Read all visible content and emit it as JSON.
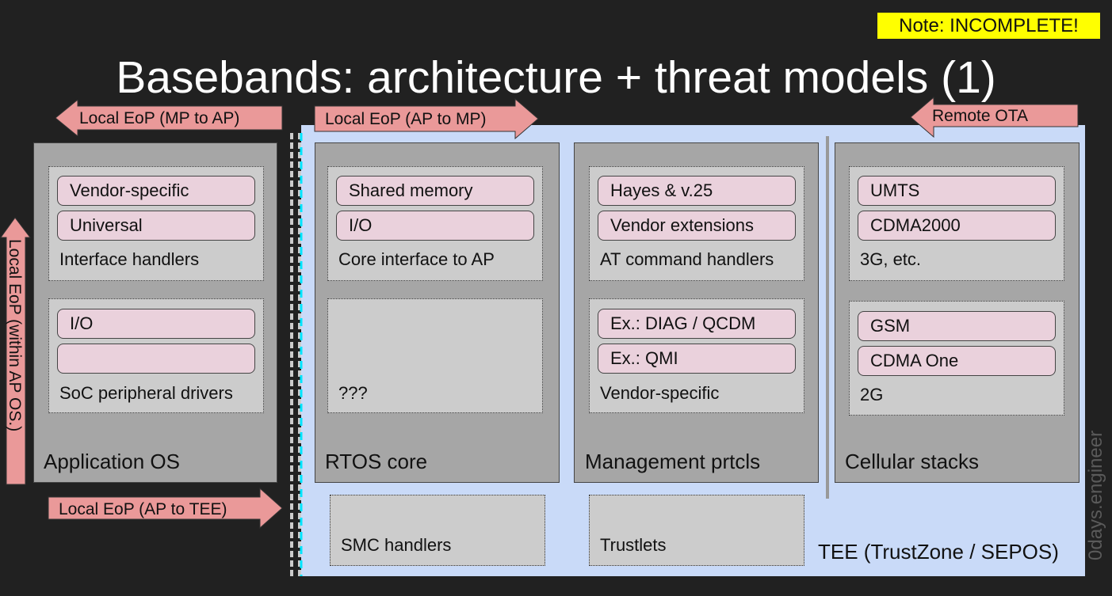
{
  "note": "Note: INCOMPLETE!",
  "title": "Basebands: architecture + threat models (1)",
  "arrows": {
    "mp_to_ap": "Local EoP (MP to AP)",
    "ap_to_mp": "Local EoP (AP to MP)",
    "remote_ota": "Remote OTA",
    "ap_to_tee": "Local EoP (AP to TEE)",
    "within_ap": "Local EoP (within AP OS.)"
  },
  "panels": {
    "app_os": {
      "title": "Application OS",
      "interface": {
        "label": "Interface handlers",
        "items": [
          "Vendor-specific",
          "Universal"
        ]
      },
      "soc": {
        "label": "SoC peripheral drivers",
        "items": [
          "I/O",
          ""
        ]
      }
    },
    "rtos": {
      "title": "RTOS core",
      "core": {
        "label": "Core interface to AP",
        "items": [
          "Shared memory",
          "I/O"
        ]
      },
      "unknown": {
        "label": "???"
      }
    },
    "mgmt": {
      "title": "Management prtcls",
      "at": {
        "label": "AT command handlers",
        "items": [
          "Hayes & v.25",
          "Vendor extensions"
        ]
      },
      "vendor": {
        "label": "Vendor-specific",
        "items": [
          "Ex.: DIAG / QCDM",
          "Ex.: QMI"
        ]
      }
    },
    "cellular": {
      "title": "Cellular stacks",
      "g3": {
        "label": "3G, etc.",
        "items": [
          "UMTS",
          "CDMA2000"
        ]
      },
      "g2": {
        "label": "2G",
        "items": [
          "GSM",
          "CDMA One"
        ]
      }
    }
  },
  "tee": {
    "label": "TEE (TrustZone / SEPOS)",
    "smc": "SMC handlers",
    "trustlets": "Trustlets"
  },
  "watermark": "0days.engineer",
  "colors": {
    "background": "#212121",
    "arrow_fill": "#ea9999",
    "pill_fill": "#ead1dc",
    "panel_fill": "#a6a6a6",
    "group_fill": "#cccccc",
    "tee_fill": "#c9daf8",
    "note_fill": "#ffff00"
  }
}
